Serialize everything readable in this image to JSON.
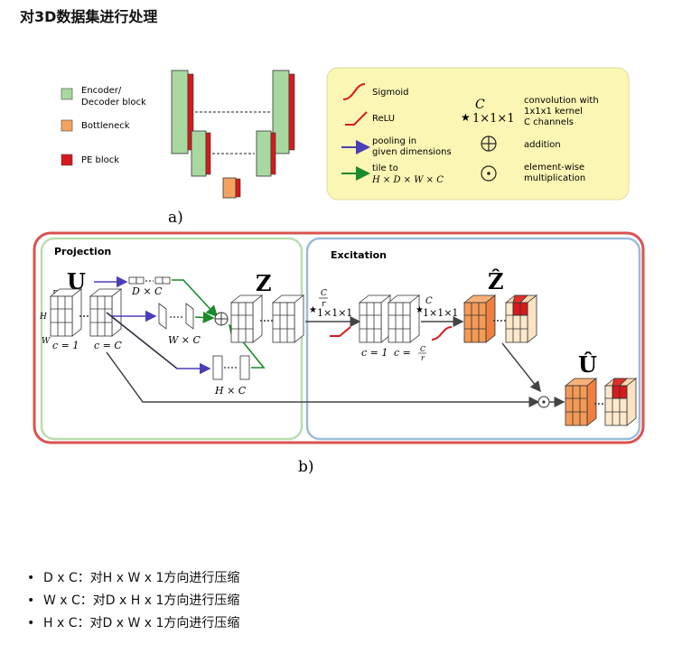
{
  "page": {
    "title": "对3D数据集进行处理"
  },
  "figure": {
    "panel_a": {
      "label": "a)",
      "legend": [
        {
          "label_lines": [
            "Encoder/",
            "Decoder block"
          ],
          "color": "#a8d8a0"
        },
        {
          "label_lines": [
            "Bottleneck"
          ],
          "color": "#f4a460"
        },
        {
          "label_lines": [
            "PE block"
          ],
          "color": "#d7191c"
        }
      ],
      "yellow_legend": {
        "sigmoid": "Sigmoid",
        "relu": "ReLU",
        "pooling_lines": [
          "pooling in",
          "given dimensions"
        ],
        "tile_lines": [
          "tile to",
          "H × D × W × C"
        ],
        "conv_symbol_c": "C",
        "conv_symbol_dims": "1×1×1",
        "conv_lines": [
          "convolution with",
          "1x1x1 kernel",
          "C channels"
        ],
        "addition": "addition",
        "mult_lines": [
          "element-wise",
          "multiplication"
        ]
      },
      "colors": {
        "pooling": "#4b3fb5",
        "tile": "#1a8a2a",
        "activation": "#d7191c",
        "yellow_bg": "#fbf6b3"
      }
    },
    "panel_b": {
      "label": "b)",
      "projection_title": "Projection",
      "excitation_title": "Excitation",
      "U": "U",
      "Z": "Z",
      "Z_hat": "Ẑ",
      "U_hat": "Û",
      "dim_D": "D",
      "dim_H": "H",
      "dim_W": "W",
      "c1": "c = 1",
      "cC": "c = C",
      "DxC": "D × C",
      "WxC": "W × C",
      "HxC": "H × C",
      "conv1_num": "C",
      "conv1_den": "r",
      "conv_dims": "1×1×1",
      "conv2_top": "C",
      "c1_exc": "c = 1",
      "c_exc_prefix": "c =",
      "colors": {
        "outer_border": "#d9534f",
        "projection_border": "#b9ddb0",
        "excitation_border": "#9bbcd8"
      }
    }
  },
  "bullets": [
    "D x C：对H x W x 1方向进行压缩",
    "W x C：对D x H x 1方向进行压缩",
    "H x C：对D x W x 1方向进行压缩"
  ]
}
